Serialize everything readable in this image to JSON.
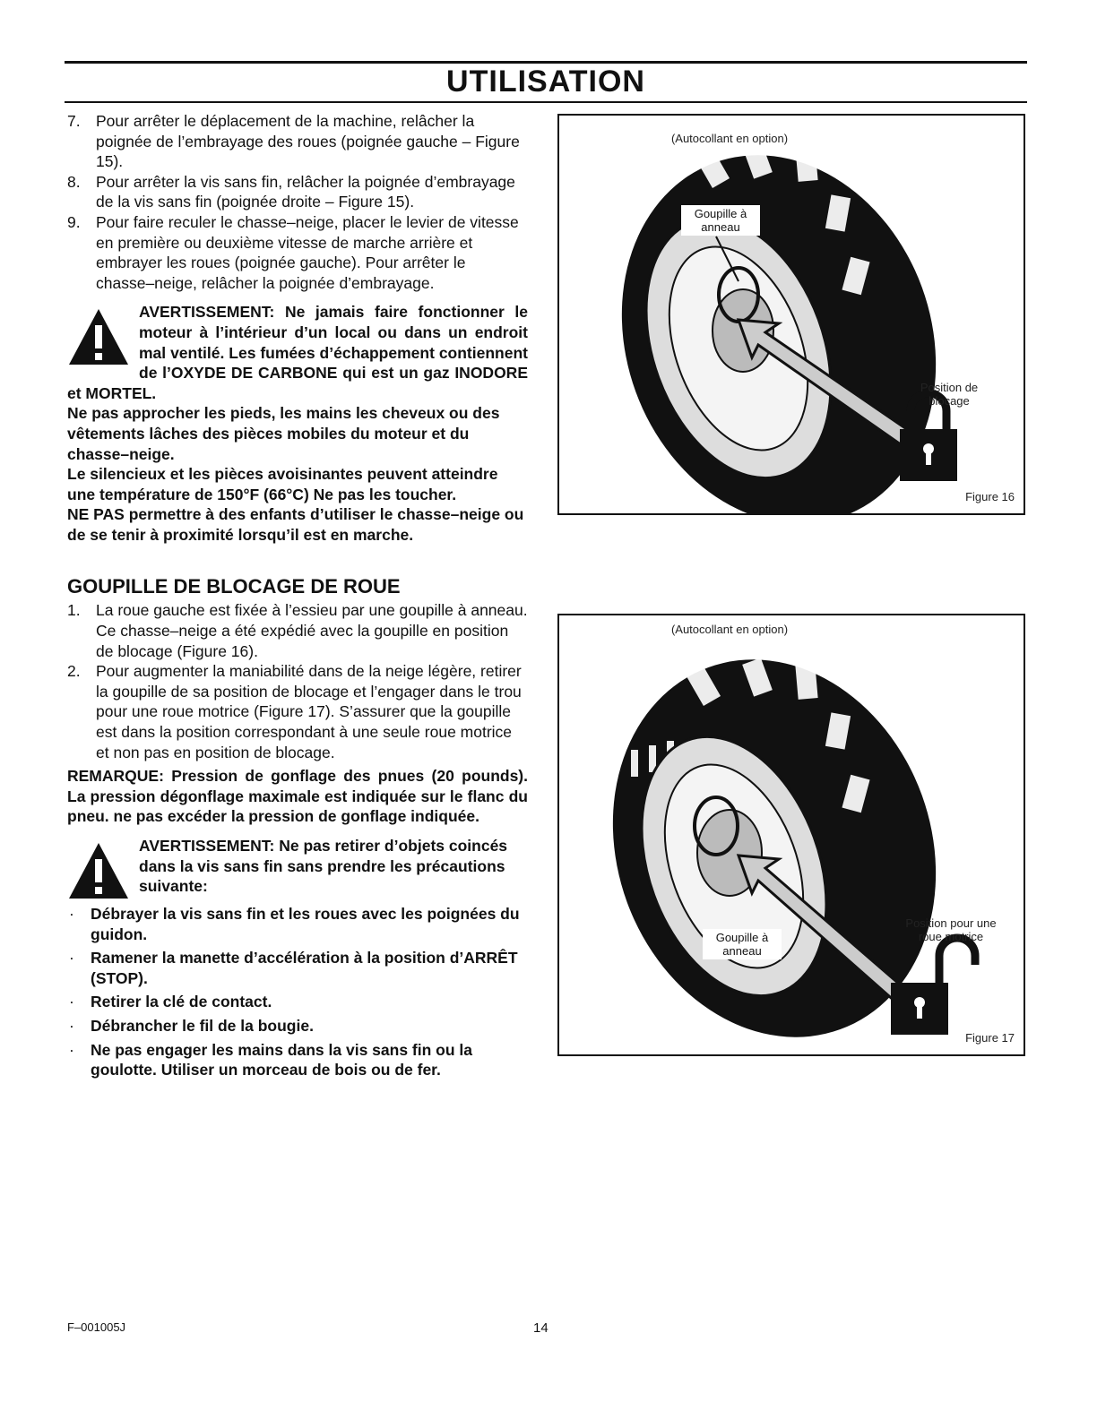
{
  "header": {
    "title": "UTILISATION"
  },
  "left_column": {
    "items_top": [
      {
        "num": "7.",
        "text": "Pour arrêter le déplacement de la machine, relâcher la poignée de l’embrayage des roues (poignée gauche – Figure 15)."
      },
      {
        "num": "8.",
        "text": "Pour arrêter la vis sans fin, relâcher la poignée d’embrayage de la vis sans fin (poignée droite – Figure 15)."
      },
      {
        "num": "9.",
        "text": "Pour faire reculer le chasse–neige, placer le levier de vitesse en première ou deuxième vitesse de marche arrière et embrayer les roues (poignée gauche). Pour arrêter le chasse–neige, relâcher la poignée d’embrayage."
      }
    ],
    "warning1": {
      "text": "AVERTISSEMENT: Ne jamais faire fonctionner le moteur à l’intérieur d’un local ou dans un endroit mal ventilé. Les fumées d’échappement contiennent de l’OXYDE DE CARBONE qui est un gaz INODORE et MORTEL.",
      "p2": "Ne pas approcher les pieds, les mains les cheveux ou des vêtements lâches des pièces mobiles du moteur et du chasse–neige.",
      "p3": "Le silencieux et les pièces avoisinantes peuvent atteindre une température de 150°F (66°C) Ne pas les toucher.",
      "p4": "NE PAS permettre à des enfants d’utiliser le chasse–neige ou de se tenir à proximité lorsqu’il est en marche."
    },
    "section_heading": "GOUPILLE DE BLOCAGE DE ROUE",
    "items_section": [
      {
        "num": "1.",
        "text": "La roue gauche est fixée à l’essieu par une goupille à anneau. Ce chasse–neige a été expédié avec la goupille en position de blocage (Figure 16)."
      },
      {
        "num": "2.",
        "text": "Pour augmenter la maniabilité dans de la neige légère, retirer la goupille de sa position de blocage et l’engager dans le trou pour une roue motrice (Figure 17). S’assurer que la goupille est dans la position correspondant à une seule roue motrice et non pas en position de blocage."
      }
    ],
    "remarque": "REMARQUE: Pression de gonflage des pnues (20 pounds). La pression dégonflage maximale est indiquée sur le flanc du pneu. ne pas excéder la pression de gonflage indiquée.",
    "warning2": {
      "text": "AVERTISSEMENT: Ne pas retirer d’objets coincés dans la vis sans fin sans prendre les précautions suivante:"
    },
    "bullets": [
      "Débrayer la vis sans fin et les roues avec les poignées du guidon.",
      "Ramener la manette d’accélération à la position d’ARRÊT (STOP).",
      "Retirer la clé de contact.",
      "Débrancher le fil de la bougie.",
      "Ne pas engager les mains dans la vis sans fin ou la goulotte. Utiliser un morceau de bois ou de fer."
    ],
    "bullet_symbol": "·"
  },
  "figure16": {
    "decal": "(Autocollant en option)",
    "pin_label": "Goupille à anneau",
    "position_label": "Position de blocage",
    "caption": "Figure 16",
    "icon": "padlock-locked-icon"
  },
  "figure17": {
    "decal": "(Autocollant en option)",
    "pin_label": "Goupille à anneau",
    "position_label": "Position pour une roue motrice",
    "caption": "Figure 17",
    "icon": "padlock-unlocked-icon"
  },
  "footer": {
    "code": "F–001005J",
    "page": "14"
  }
}
